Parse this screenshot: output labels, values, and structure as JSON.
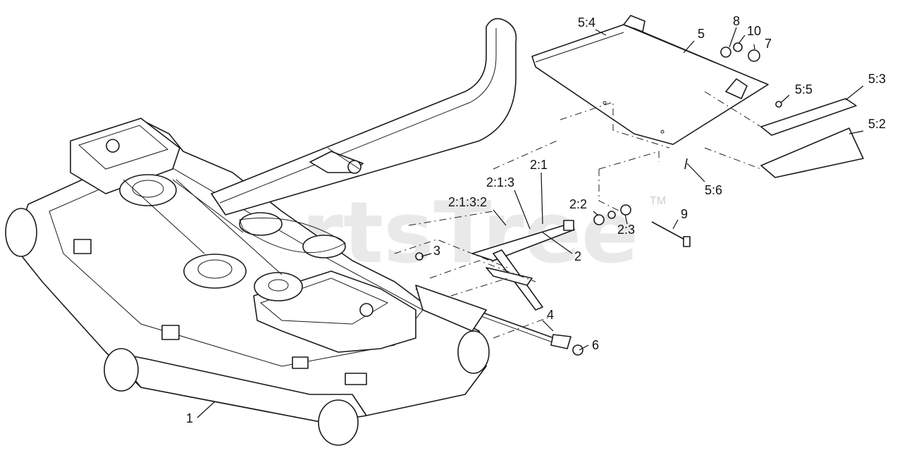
{
  "watermark": {
    "text": "PartsTree",
    "tm": "TM"
  },
  "callouts": {
    "c1": "1",
    "c2": "2",
    "c2_1": "2:1",
    "c2_1_3": "2:1:3",
    "c2_1_3_2": "2:1:3:2",
    "c2_2": "2:2",
    "c2_3": "2:3",
    "c3": "3",
    "c4": "4",
    "c5": "5",
    "c5_2": "5:2",
    "c5_3": "5:3",
    "c5_4": "5:4",
    "c5_5": "5:5",
    "c5_6": "5:6",
    "c6": "6",
    "c7": "7",
    "c8": "8",
    "c9": "9",
    "c10": "10"
  }
}
